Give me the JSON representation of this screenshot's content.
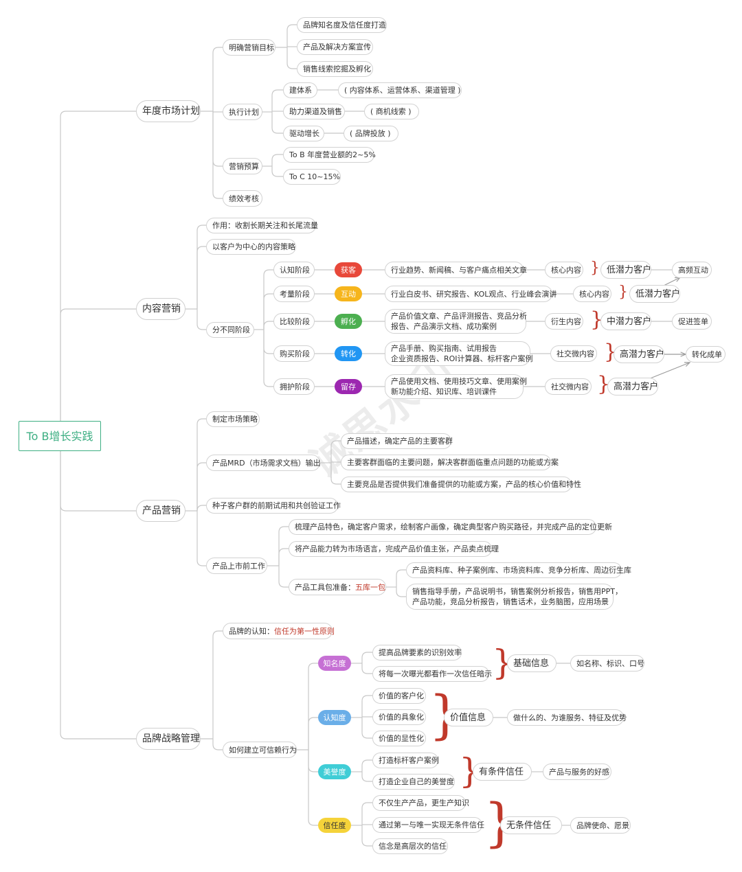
{
  "root": "To B增长实践",
  "watermark": "诚思水印",
  "b1": {
    "title": "年度市场计划",
    "c1": {
      "label": "明确营销目标",
      "items": [
        "品牌知名度及信任度打造",
        "产品及解决方案宣传",
        "销售线索挖掘及孵化"
      ]
    },
    "c2": {
      "label": "执行计划",
      "items": [
        {
          "label": "建体系",
          "detail": "( 内容体系、运营体系、渠道管理 )"
        },
        {
          "label": "助力渠道及销售",
          "detail": "( 商机线索 )"
        },
        {
          "label": "驱动增长",
          "detail": "( 品牌投放 )"
        }
      ]
    },
    "c3": {
      "label": "营销预算",
      "items": [
        "To B 年度营业额的2~5%",
        "To C 10~15%"
      ]
    },
    "c4": {
      "label": "绩效考核"
    }
  },
  "b2": {
    "title": "内容营销",
    "c1": "作用：收割长期关注和长尾流量",
    "c2": "以客户为中心的内容策略",
    "c3": "分不同阶段",
    "stages": [
      {
        "stage": "认知阶段",
        "tag": "获客",
        "color": "#e8483a",
        "content": [
          "行业趋势、新闻稿、与客户痛点相关文章"
        ],
        "type": "核心内容",
        "result": "低潜力客户"
      },
      {
        "stage": "考量阶段",
        "tag": "互动",
        "color": "#f6b51c",
        "content": [
          "行业白皮书、研究报告、KOL观点、行业峰会演讲"
        ],
        "type": "核心内容",
        "result": "低潜力客户"
      },
      {
        "stage": "比较阶段",
        "tag": "孵化",
        "color": "#4caf50",
        "content": [
          "产品价值文章、产品评测报告、竞品分析",
          "报告、产品演示文档、成功案例"
        ],
        "type": "衍生内容",
        "result": "中潜力客户"
      },
      {
        "stage": "购买阶段",
        "tag": "转化",
        "color": "#2196f3",
        "content": [
          "产品手册、购买指南、试用报告",
          "企业资质报告、ROI计算器、标杆客户案例"
        ],
        "type": "社交微内容",
        "result": "高潜力客户"
      },
      {
        "stage": "拥护阶段",
        "tag": "留存",
        "color": "#9c27b0",
        "content": [
          "产品使用文档、使用技巧文章、使用案例",
          "新功能介绍、知识库、培训课件"
        ],
        "type": "社交微内容",
        "result": "高潜力客户"
      }
    ],
    "outcomes": [
      "高频互动",
      "促进签单",
      "转化成单"
    ]
  },
  "b3": {
    "title": "产品营销",
    "c1": "制定市场策略",
    "c2": {
      "label": "产品MRD（市场需求文档）输出",
      "items": [
        "产品描述，确定产品的主要客群",
        "主要客群面临的主要问题，解决客群面临重点问题的功能或方案",
        "主要竞品是否提供我们准备提供的功能或方案，产品的核心价值和特性"
      ]
    },
    "c3": "种子客户群的前期试用和共创验证工作",
    "c4": {
      "label": "产品上市前工作",
      "items": [
        "梳理产品特色，确定客户需求，绘制客户画像，确定典型客户购买路径，并完成产品的定位更新",
        "将产品能力转为市场语言，完成产品价值主张，产品卖点梳理"
      ],
      "tools_label": "产品工具包准备：",
      "tools_red": "五库一包",
      "tools": [
        [
          "产品资料库、种子案例库、市场资料库、竞争分析库、周边衍生库"
        ],
        [
          "销售指导手册，产品说明书，销售案例分析报告，销售用PPT，",
          "产品功能，竞品分析报告，销售话术，业务脑图，应用场景"
        ]
      ]
    }
  },
  "b4": {
    "title": "品牌战略管理",
    "c1_label": "品牌的认知：",
    "c1_red": "信任为第一性原则",
    "c2": "如何建立可信赖行为",
    "groups": [
      {
        "tag": "知名度",
        "color": "#c670d4",
        "items": [
          "提高品牌要素的识别效率",
          "将每一次曝光都看作一次信任暗示"
        ],
        "sum": "基础信息",
        "detail": "如名称、标识、口号"
      },
      {
        "tag": "认知度",
        "color": "#6aaee8",
        "items": [
          "价值的客户化",
          "价值的具象化",
          "价值的显性化"
        ],
        "sum": "价值信息",
        "detail": "做什么的、为谁服务、特征及优势"
      },
      {
        "tag": "美誉度",
        "color": "#3fcdd6",
        "items": [
          "打造标杆客户案例",
          "打造企业自己的美誉度"
        ],
        "sum": "有条件信任",
        "detail": "产品与服务的好感"
      },
      {
        "tag": "信任度",
        "color": "#f5d33a",
        "items": [
          "不仅生产产品，更生产知识",
          "通过第一与唯一实现无条件信任",
          "信念是高层次的信任"
        ],
        "sum": "无条件信任",
        "detail": "品牌使命、愿景"
      }
    ]
  }
}
